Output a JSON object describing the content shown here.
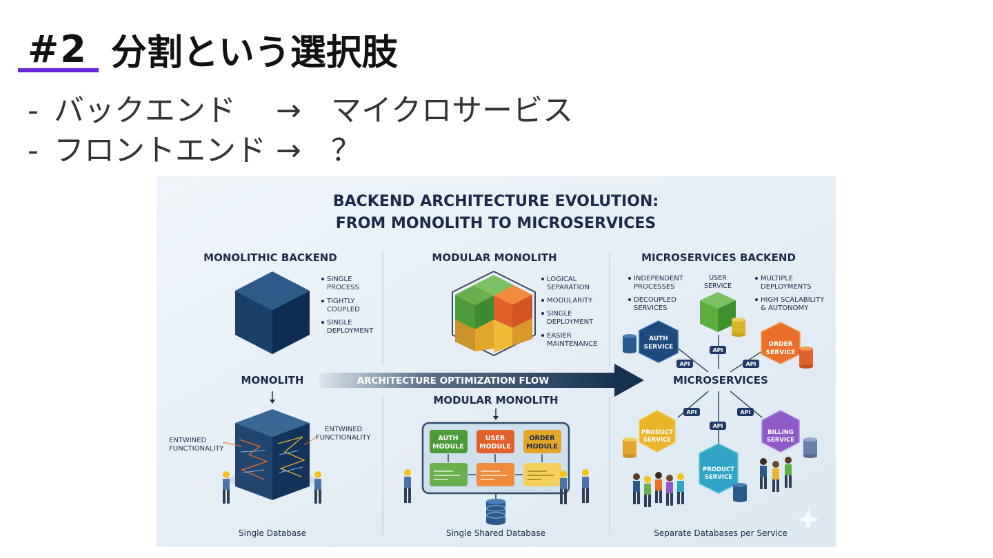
{
  "slide": {
    "number": "#2",
    "title": "分割という選択肢",
    "accent_color": "#6d28d9",
    "bullets": [
      {
        "dash": "-",
        "from": "バックエンド",
        "arrow": "→",
        "to": "マイクロサービス"
      },
      {
        "dash": "-",
        "from": "フロントエンド",
        "arrow": "→",
        "to": "？"
      }
    ]
  },
  "diagram": {
    "title_line1": "BACKEND ARCHITECTURE EVOLUTION:",
    "title_line2": "FROM MONOLITH TO MICROSERVICES",
    "flow_label": "ARCHITECTURE OPTIMIZATION FLOW",
    "api_label": "API",
    "monolithic": {
      "heading": "MONOLITHIC BACKEND",
      "features": [
        [
          "SINGLE",
          "PROCESS"
        ],
        [
          "TIGHTLY",
          "COUPLED"
        ],
        [
          "SINGLE",
          "DEPLOYMENT"
        ]
      ],
      "label": "MONOLITH",
      "entwined_left": [
        "ENTWINED",
        "FUNCTIONALITY"
      ],
      "entwined_right": [
        "ENTWINED",
        "FUNCTIONALITY"
      ],
      "database": "Single Database"
    },
    "modular": {
      "heading": "MODULAR MONOLITH",
      "features": [
        [
          "LOGICAL",
          "SEPARATION"
        ],
        [
          "MODULARITY"
        ],
        [
          "SINGLE",
          "DEPLOYMENT"
        ],
        [
          "EASIER",
          "MAINTENANCE"
        ]
      ],
      "label": "MODULAR MONOLITH",
      "modules": [
        [
          "AUTH",
          "MODULE"
        ],
        [
          "USER",
          "MODULE"
        ],
        [
          "ORDER",
          "MODULE"
        ]
      ],
      "database": "Single Shared Database"
    },
    "microservices": {
      "heading": "MICROSERVICES BACKEND",
      "features_left": [
        [
          "INDEPENDENT",
          "PROCESSES"
        ],
        [
          "DECOUPLED",
          "SERVICES"
        ]
      ],
      "features_right": [
        [
          "MULTIPLE",
          "DEPLOYMENTS"
        ],
        [
          "HIGH SCALABILITY",
          "& AUTONOMY"
        ]
      ],
      "label": "MICROSERVICES",
      "services": {
        "user": [
          "USER",
          "SERVICE"
        ],
        "auth": [
          "AUTH",
          "SERVICE"
        ],
        "order": [
          "ORDER",
          "SERVICE"
        ],
        "product_left": [
          "PRODUCT",
          "SERVICE"
        ],
        "product_center": [
          "PRODUCT",
          "SERVICE"
        ],
        "billing": [
          "BILLING",
          "SERVICE"
        ]
      },
      "database": "Separate Databases per Service"
    },
    "colors": {
      "heading": "#1b2a4a",
      "navy": "#1e3a66",
      "green": "#5cae3f",
      "orange": "#e8702a",
      "yellow": "#e9b42a",
      "purple": "#8d5ac8",
      "teal": "#2fa4c6"
    }
  }
}
